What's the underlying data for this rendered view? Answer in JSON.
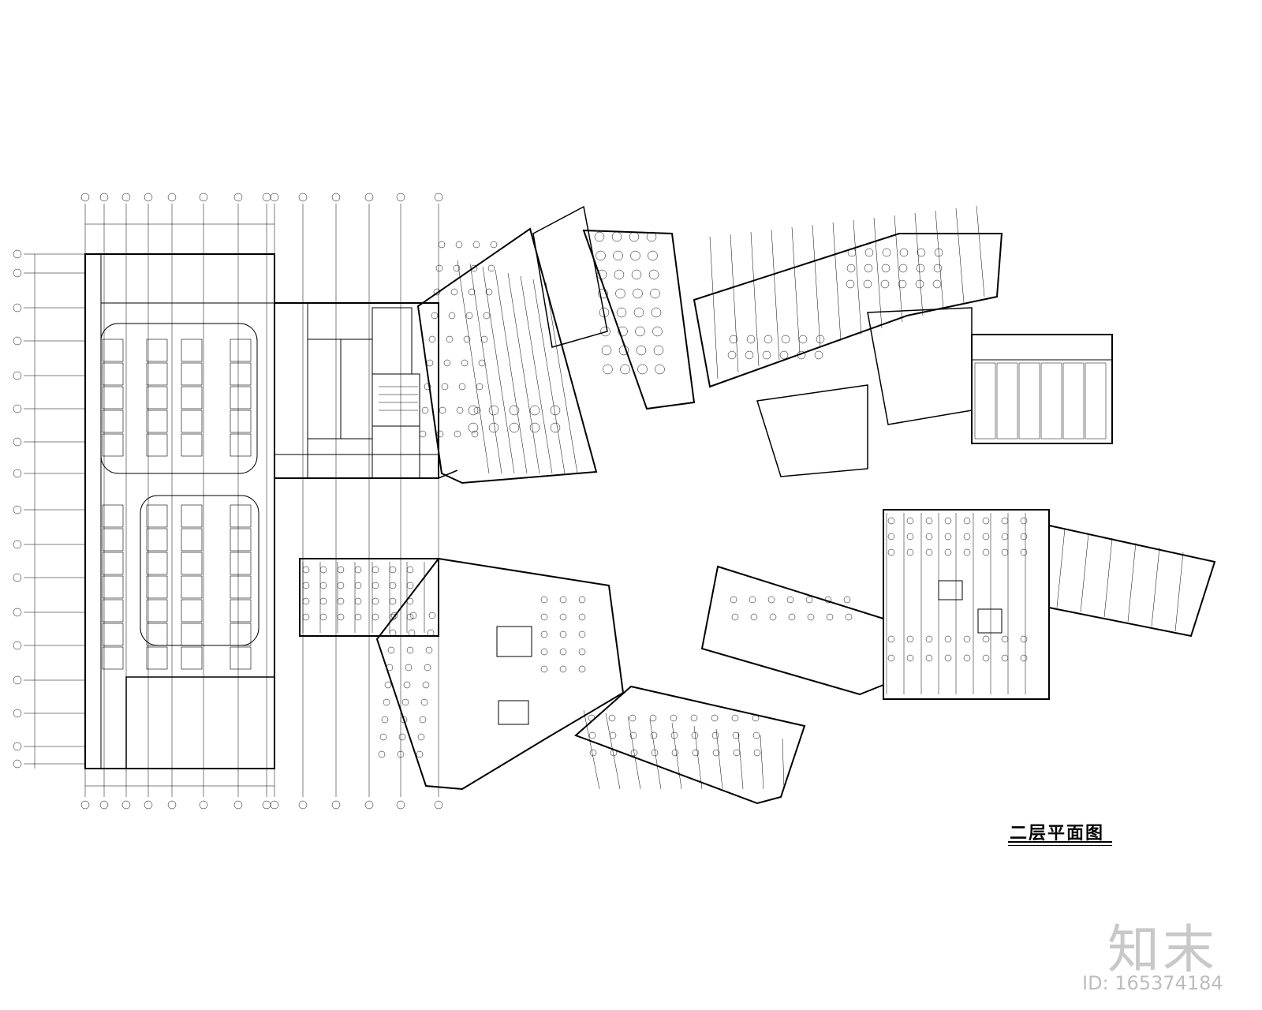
{
  "drawing": {
    "title": "二层平面图"
  },
  "watermark": {
    "logo_text": "知末",
    "id_text": "ID: 165374184"
  },
  "colors": {
    "line": "#000000",
    "watermark": "#c8c8c8"
  }
}
